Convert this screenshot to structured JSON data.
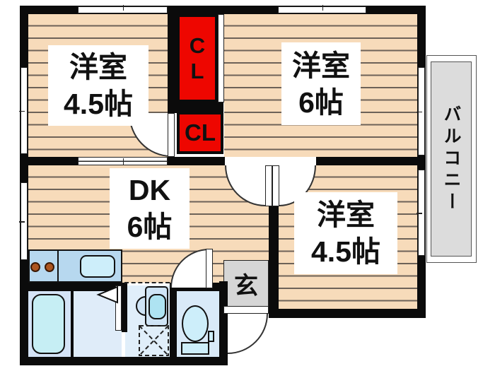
{
  "rooms": {
    "room_tl": {
      "name": "洋室",
      "size": "4.5帖"
    },
    "room_tr": {
      "name": "洋室",
      "size": "6帖"
    },
    "dk": {
      "name": "DK",
      "size": "6帖"
    },
    "room_br": {
      "name": "洋室",
      "size": "4.5帖"
    },
    "closet_upper": {
      "label": "CL"
    },
    "closet_lower": {
      "label": "CL"
    },
    "entrance": {
      "label": "玄"
    },
    "balcony": {
      "label": "バルコニー"
    }
  },
  "colors": {
    "wall": "#0b0b0b",
    "floor": "#f7dbba",
    "floor_line": "#6d6258",
    "closet_red": "#ee0600",
    "balcony_gray": "#dcdcdc",
    "entrance_gray": "#d6d6d6",
    "counter_blue": "#b7d8ef",
    "sink_blue": "#cdeefa",
    "bath_blue": "#d4e3f6",
    "washroom_blue": "#dfecf9",
    "basin_area_blue": "#e0eefa",
    "toilet_blue": "#d9eaf8",
    "tub_blue": "#c6eef4",
    "basin_blue": "#aee3f2",
    "burner_brown": "#ad5520"
  }
}
